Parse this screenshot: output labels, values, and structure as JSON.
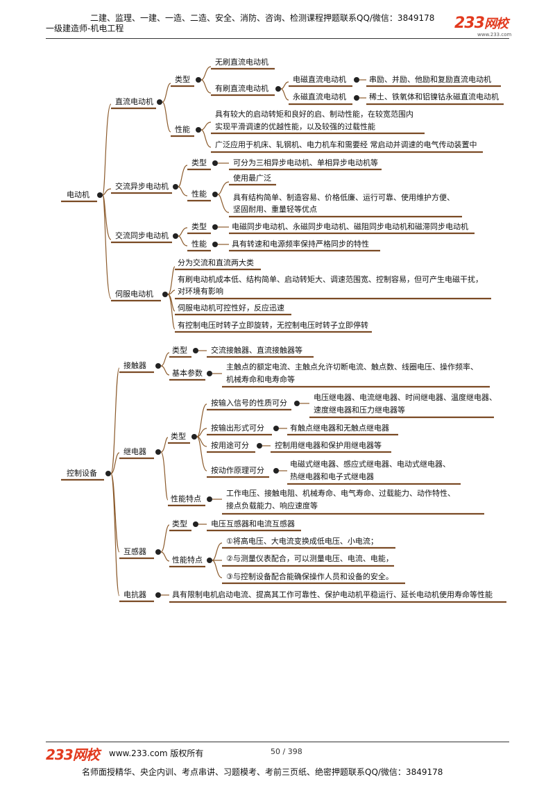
{
  "header": {
    "line1": "二建、监理、一建、一造、二造、安全、消防、咨询、检测课程押题联系QQ/微信：3849178",
    "line2": "一级建造师-机电工程",
    "logo_num": "233",
    "logo_txt": "网校",
    "logo_url": "www.233.com"
  },
  "mindmap": {
    "motor": {
      "root": "电动机",
      "dc": "直流电动机",
      "type": "类型",
      "brushless": "无刷直流电动机",
      "brushed": "有刷直流电动机",
      "em_dc": "电磁直流电动机",
      "em_dc_d": "串励、并励、他励和复励直流电动机",
      "pm_dc": "永磁直流电动机",
      "pm_dc_d": "稀土、铁氧体和铝镍钴永磁直流电动机",
      "perf": "性能",
      "dc_p1a": "具有较大的启动转矩和良好的启、制动性能，在较宽范围内",
      "dc_p1b": "实现平滑调速的优越性能，以及较强的过载性能",
      "dc_p2": "广泛应用于机床、轧钢机、电力机车和需要经 常启动并调速的电气传动装置中",
      "async": "交流异步电动机",
      "async_type": "类型",
      "async_type_d": "可分为三相异步电动机、单相异步电动机等",
      "async_perf": "性能",
      "async_p1": "使用最广泛",
      "async_p2a": "具有结构简单、制造容易、价格低廉、运行可靠、使用维护方便、",
      "async_p2b": "坚固耐用、重量轻等优点",
      "sync": "交流同步电动机",
      "sync_type": "类型",
      "sync_type_d": "电磁同步电动机、永磁同步电动机、磁阻同步电动机和磁滞同步电动机",
      "sync_perf": "性能",
      "sync_perf_d": "具有转速和电源频率保持严格同步的特性",
      "servo": "伺服电动机",
      "servo_1": "分为交流和直流两大类",
      "servo_2a": "有刷电动机成本低、结构简单、启动转矩大、调速范围宽、控制容易，但可产生电磁干扰，",
      "servo_2b": "对环境有影响",
      "servo_3": "伺服电动机可控性好，反应迅速",
      "servo_4": "有控制电压时转子立即旋转，无控制电压时转子立即停转"
    },
    "control": {
      "root": "控制设备",
      "contactor": "接触器",
      "c_type": "类型",
      "c_type_d": "交流接触器、直流接触器等",
      "c_param": "基本参数",
      "c_param_a": "主触点的额定电流、主触点允许切断电流、触点数、线圈电压、操作频率、",
      "c_param_b": "机械寿命和电寿命等",
      "relay": "继电器",
      "r_type": "类型",
      "r_in": "按输入信号的性质可分",
      "r_in_a": "电压继电器、电流继电器、时间继电器、温度继电器、",
      "r_in_b": "速度继电器和压力继电器等",
      "r_out": "按输出形式可分",
      "r_out_d": "有触点继电器和无触点继电器",
      "r_use": "按用途可分",
      "r_use_d": "控制用继电器和保护用继电器等",
      "r_act": "按动作原理可分",
      "r_act_a": "电磁式继电器、感应式继电器、电动式继电器、",
      "r_act_b": "热继电器和电子式继电器",
      "r_perf": "性能特点",
      "r_perf_a": "工作电压、接触电阻、机械寿命、电气寿命、过载能力、动作特性、",
      "r_perf_b": "接点负载能力、响应速度等",
      "trans": "互感器",
      "t_type": "类型",
      "t_type_d": "电压互感器和电流互感器",
      "t_perf": "性能特点",
      "t_p1": "①将高电压、大电流变换成低电压、小电流；",
      "t_p2": "②与测量仪表配合，可以测量电压、电流、电能，",
      "t_p3": "③与控制设备配合能确保操作人员和设备的安全。",
      "reactor": "电抗器",
      "reactor_d": "具有限制电机启动电流、提高其工作可靠性、保护电动机平稳运行、延长电动机使用寿命等性能"
    }
  },
  "footer": {
    "logo_num": "233",
    "logo_txt": "网校",
    "site": "www.233.com 版权所有",
    "page": "50 / 398",
    "bottom": "名师面授精华、央企内训、考点串讲、习题模考、考前三页纸、绝密押题联系QQ/微信：3849178"
  }
}
